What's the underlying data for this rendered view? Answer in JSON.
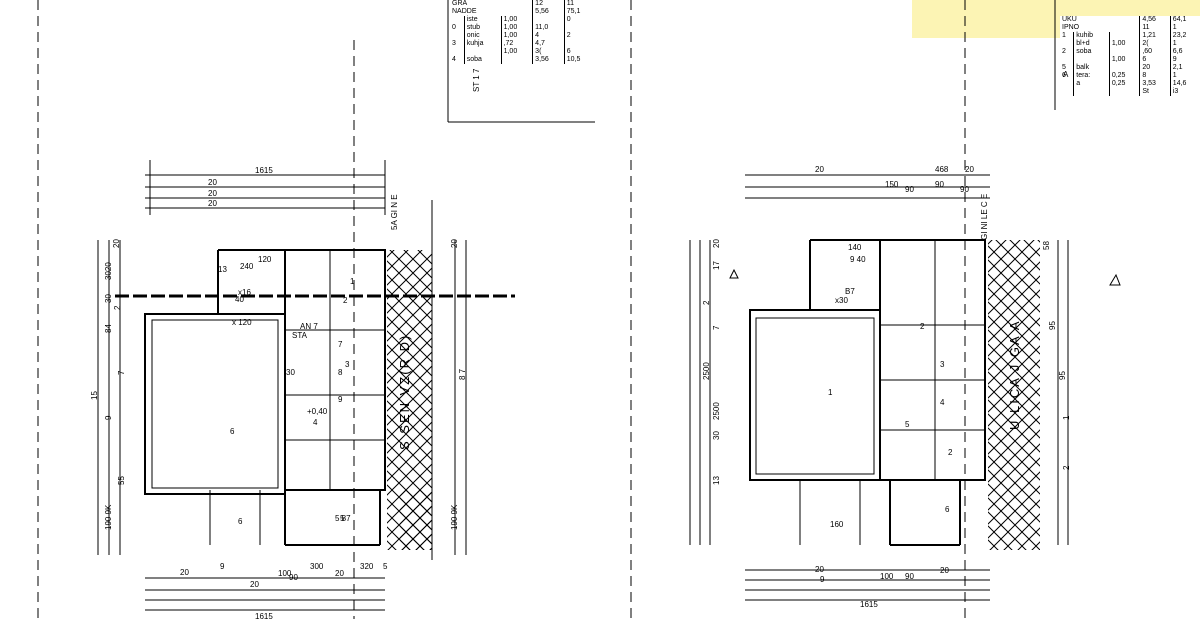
{
  "colors": {
    "highlight": "#fcf4b4",
    "line": "#000000",
    "paper": "#ffffff"
  },
  "left_table": {
    "header": {
      "name": "GRA",
      "val1": "12",
      "val2": "11"
    },
    "subheader": {
      "name": "NADDE",
      "val1": "5,56",
      "val2": "75,1"
    },
    "rows": [
      {
        "n": "",
        "name": "iste",
        "k": "1,00",
        "a": "",
        "b": "0"
      },
      {
        "n": "0",
        "name": "stub",
        "k": "1,00",
        "a": "11,0",
        "b": ""
      },
      {
        "n": "",
        "name": "onic",
        "k": "1,00",
        "a": "4",
        "b": "2"
      },
      {
        "n": "3",
        "name": "kuhja",
        "k": ",72",
        "a": "4,7",
        "b": ""
      },
      {
        "n": "",
        "name": "",
        "k": "1,00",
        "a": "3(",
        "b": "6"
      },
      {
        "n": "4",
        "name": "soba",
        "k": "",
        "a": "3,56",
        "b": "10,5"
      }
    ],
    "side_label": "ST 1 7"
  },
  "right_table": {
    "header": {
      "name": "UKU",
      "val1": "4,56",
      "val2": "64,1"
    },
    "subheader": {
      "name": "IPNO",
      "val1": "11",
      "val2": "1"
    },
    "rows": [
      {
        "n": "1",
        "name": "kuhib",
        "k": "",
        "a": "1,21",
        "b": "23,2"
      },
      {
        "n": "",
        "name": "bl+d",
        "k": "1,00",
        "a": "2(",
        "b": "1"
      },
      {
        "n": "2",
        "name": "soba",
        "k": "",
        "a": ",60",
        "b": "6,6"
      },
      {
        "n": "",
        "name": "",
        "k": "1,00",
        "a": "6",
        "b": "9"
      },
      {
        "n": "5",
        "name": "balk",
        "k": "",
        "a": "20",
        "b": "2,1"
      },
      {
        "n": "6",
        "name": "tera:",
        "k": "0,25",
        "a": "8",
        "b": "1"
      },
      {
        "n": "",
        "name": "a",
        "k": "0,25",
        "a": "3,53",
        "b": "14,6"
      },
      {
        "n": "",
        "name": "",
        "k": "",
        "a": "St",
        "b": "i3"
      }
    ],
    "side_label": "A"
  },
  "left_plan": {
    "dims_top": [
      "1615",
      "20",
      "20",
      "20"
    ],
    "dims_bottom": [
      "20",
      "9",
      "100",
      "90",
      "300",
      "20",
      "320",
      "5",
      "20",
      "1615"
    ],
    "dims_left": [
      "20",
      "3020",
      "30",
      "2",
      "84",
      "7",
      "9",
      "15",
      "55",
      "190 9K"
    ],
    "dims_right": [
      "20",
      "8 7",
      "190 9K"
    ],
    "vertical_note": "5A GI N E",
    "road_label": "S SEN VZ(R D)",
    "rooms": [
      "6",
      "6",
      "7",
      "8",
      "9",
      "2",
      "1",
      "3",
      "4",
      "5"
    ],
    "small_texts": [
      "240",
      "120",
      "x16",
      "40",
      "STA",
      "AN 7",
      "+0,40",
      "x 120",
      "5 87",
      "30",
      "13"
    ]
  },
  "right_plan": {
    "dims_top": [
      "20",
      "468",
      "150",
      "90",
      "90",
      "90",
      "20"
    ],
    "dims_bottom": [
      "20",
      "9",
      "100",
      "90",
      "20",
      "1615"
    ],
    "dims_left": [
      "20",
      "17",
      "2",
      "7",
      "2500",
      "2500",
      "30",
      "13"
    ],
    "dims_right": [
      "58",
      "95",
      "95",
      "1",
      "2"
    ],
    "vertical_note": "GI NI LE C E",
    "road_label": "U LICA J GA A",
    "rooms": [
      "1",
      "2",
      "3",
      "4",
      "5",
      "6"
    ],
    "small_texts": [
      "140",
      "9 40",
      "x30",
      "160",
      "B7",
      "2"
    ]
  }
}
